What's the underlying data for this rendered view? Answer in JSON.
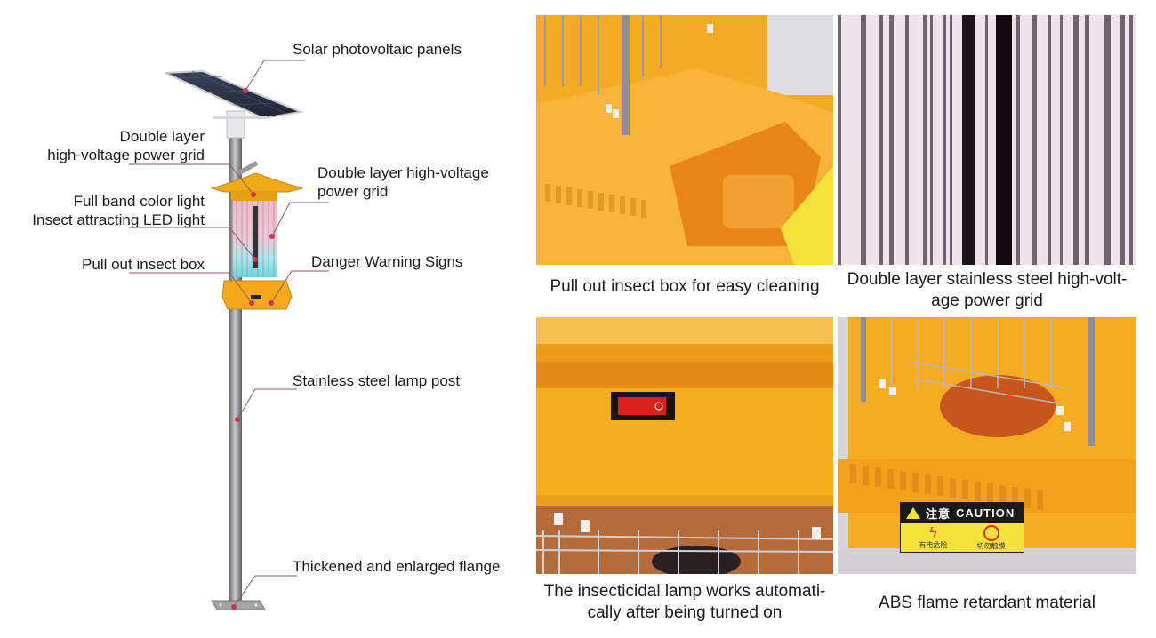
{
  "diagram": {
    "labels": {
      "solar_panels": "Solar photovoltaic panels",
      "grid_left_line1": "Double layer",
      "grid_left_line2": "high-voltage power grid",
      "grid_right_line1": "Double layer high-voltage",
      "grid_right_line2": "power grid",
      "light_line1": "Full band color light",
      "light_line2": "Insect attracting LED light",
      "insect_box": "Pull out insect box",
      "warning_signs": "Danger Warning Signs",
      "lamp_post": "Stainless steel lamp post",
      "flange": "Thickened and enlarged flange"
    },
    "colors": {
      "housing": "#f5a81c",
      "pole": "#8e8e93",
      "panel": "#2b3346",
      "leader": "#8a5a62",
      "marker": "#d8304a"
    }
  },
  "photos": [
    {
      "caption": "Pull out insect box for easy cleaning"
    },
    {
      "caption_line1": "Double layer stainless steel high-volt-",
      "caption_line2": "age power grid"
    },
    {
      "caption_line1": "The insecticidal lamp works automati-",
      "caption_line2": "cally after being turned on"
    },
    {
      "caption": "ABS flame retardant material"
    }
  ],
  "caution_sign": {
    "title_cn": "注意",
    "title_en": "CAUTION",
    "left_cn": "有电危险",
    "right_cn": "切勿触摸"
  }
}
